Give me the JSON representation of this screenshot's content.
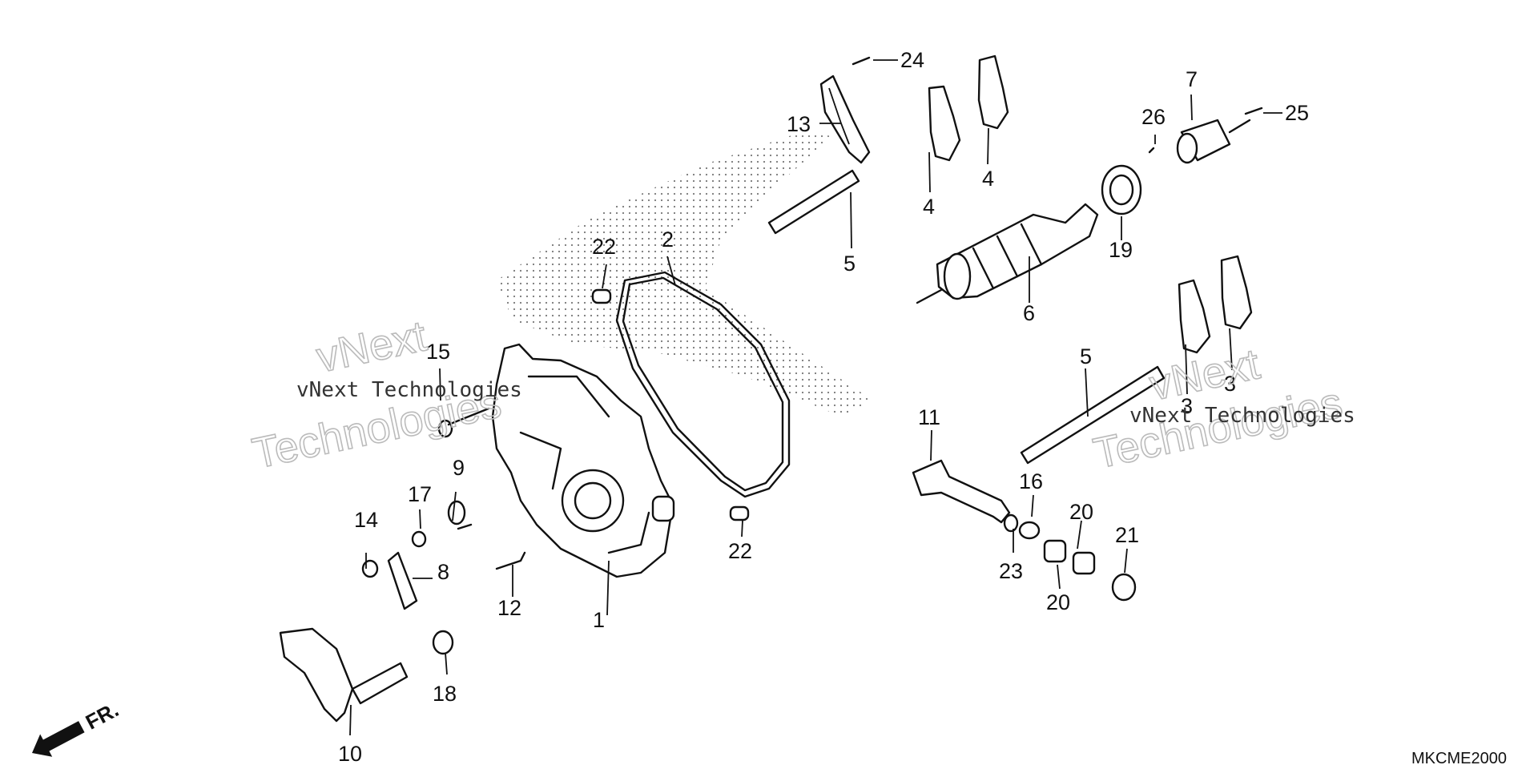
{
  "diagram": {
    "diagram_code": "MKCME2000",
    "direction_label": "FR.",
    "watermark": {
      "line1": "vNext Technologies",
      "word1": "vNext",
      "word2": "Technologies"
    },
    "callouts": {
      "c1": "1",
      "c2": "2",
      "c3a": "3",
      "c3b": "3",
      "c4a": "4",
      "c4b": "4",
      "c5a": "5",
      "c5b": "5",
      "c6": "6",
      "c7": "7",
      "c8": "8",
      "c9": "9",
      "c10": "10",
      "c11": "11",
      "c12": "12",
      "c13": "13",
      "c14": "14",
      "c15": "15",
      "c16": "16",
      "c17": "17",
      "c18": "18",
      "c19": "19",
      "c20a": "20",
      "c20b": "20",
      "c21": "21",
      "c22a": "22",
      "c22b": "22",
      "c23": "23",
      "c24": "24",
      "c25": "25",
      "c26": "26"
    }
  }
}
